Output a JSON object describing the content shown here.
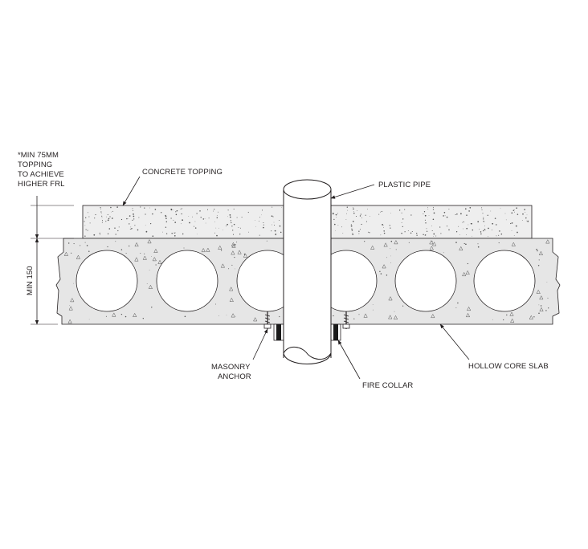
{
  "labels": {
    "note": [
      "*MIN 75MM",
      "TOPPING",
      "TO ACHIEVE",
      "HIGHER FRL"
    ],
    "concrete_topping": "CONCRETE TOPPING",
    "plastic_pipe": "PLASTIC PIPE",
    "min_dimension": "MIN 150",
    "masonry_anchor": [
      "MASONRY",
      "ANCHOR"
    ],
    "fire_collar": "FIRE COLLAR",
    "hollow_core_slab": "HOLLOW CORE SLAB"
  },
  "colors": {
    "line": "#231f20",
    "concrete_fill": "#e6e6e6",
    "topping_fill": "#eeeeee",
    "void_fill": "#ffffff",
    "collar_fill": "#1a1a1a"
  },
  "slab": {
    "void_count": 6
  }
}
